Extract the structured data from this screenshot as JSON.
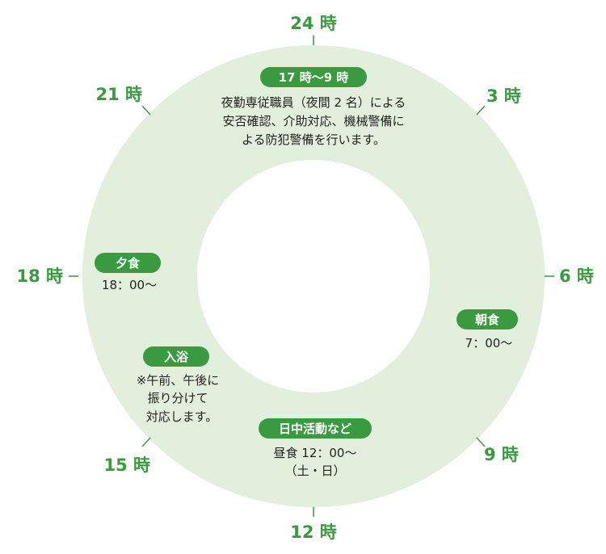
{
  "colors": {
    "ring": "#e2efdc",
    "accent": "#3a9a3f",
    "text": "#222222"
  },
  "hour_labels": {
    "h24": "24 時",
    "h3": "3 時",
    "h6": "6 時",
    "h9": "9 時",
    "h12": "12 時",
    "h15": "15 時",
    "h18": "18 時",
    "h21": "21 時"
  },
  "night": {
    "badge": "17 時〜9 時",
    "lines": [
      "夜勤専従職員（夜間 2 名）による",
      "安否確認、介助対応、機械警備に",
      "よる防犯警備を行います。"
    ]
  },
  "breakfast": {
    "badge": "朝食",
    "time": "7：00〜"
  },
  "daytime": {
    "badge": "日中活動など",
    "lines": [
      "昼食 12：00〜",
      "（土・日）"
    ]
  },
  "bath": {
    "badge": "入浴",
    "lines": [
      "※午前、午後に",
      "振り分けて",
      "対応します。"
    ]
  },
  "dinner": {
    "badge": "夕食",
    "time": "18：00〜"
  }
}
